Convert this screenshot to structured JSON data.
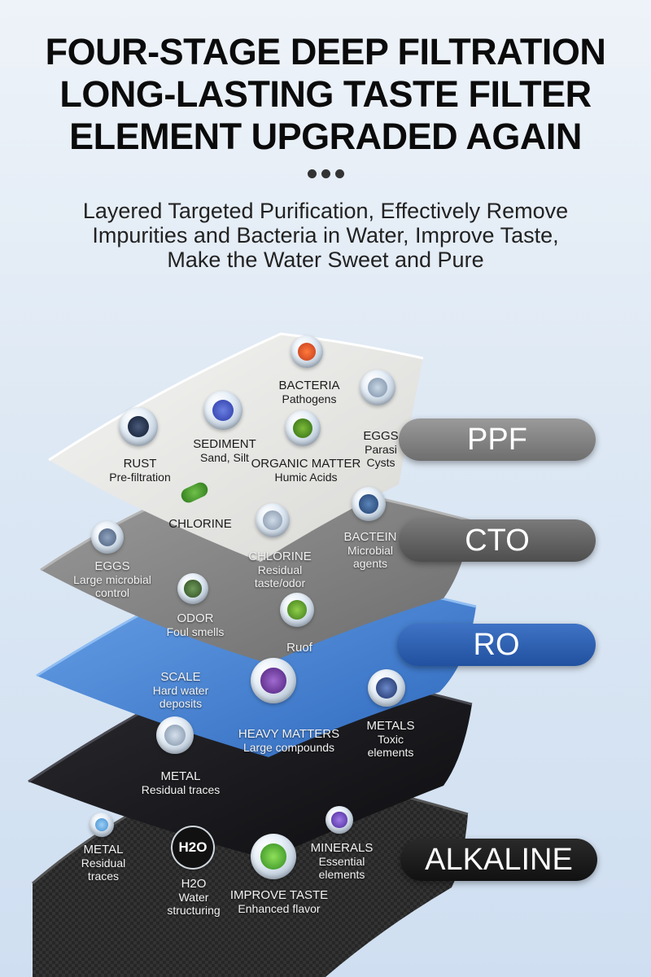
{
  "title": {
    "line1": "FOUR-STAGE DEEP FILTRATION",
    "line2": "LONG-LASTING TASTE FILTER",
    "line3": "ELEMENT UPGRADED AGAIN"
  },
  "subtitle": {
    "line1": "Layered Targeted Purification, Effectively Remove",
    "line2": "Impurities and Bacteria in Water, Improve Taste,",
    "line3": "Make the Water Sweet and Pure"
  },
  "tags": {
    "ppf": "PPF",
    "cto": "CTO",
    "ro": "RO",
    "alkaline": "ALKALINE"
  },
  "layers": {
    "ppf": {
      "bacteria": {
        "name": "BACTERIA",
        "sub": "Pathogens"
      },
      "rust": {
        "name": "RUST",
        "sub": "Pre-filtration"
      },
      "sediment": {
        "name": "SEDIMENT",
        "sub": "Sand, Silt"
      },
      "organic": {
        "name": "ORGANIC MATTER",
        "sub": "Humic Acids"
      },
      "eggs": {
        "name": "EGGS",
        "sub": "Parasi",
        "sub2": "Cysts"
      },
      "chlorine": {
        "name": "CHLORINE"
      }
    },
    "cto": {
      "eggs": {
        "name": "EGGS",
        "sub": "Large microbial",
        "sub2": "control"
      },
      "chlorine": {
        "name": "CHLORINE",
        "sub": "Residual",
        "sub2": "taste/odor"
      },
      "bactein": {
        "name": "BACTEIN",
        "sub": "Microbial",
        "sub2": "agents"
      },
      "odor": {
        "name": "ODOR",
        "sub": "Foul smells"
      }
    },
    "ro": {
      "ruof": {
        "name": "Ruof"
      },
      "scale": {
        "name": "SCALE",
        "sub": "Hard water",
        "sub2": "deposits"
      }
    },
    "dark": {
      "heavy": {
        "name": "HEAVY MATTERS",
        "sub": "Large compounds"
      },
      "metals": {
        "name": "METALS",
        "sub": "Toxic",
        "sub2": "elements"
      },
      "metal": {
        "name": "METAL",
        "sub": "Residual traces"
      }
    },
    "alkaline": {
      "metal": {
        "name": "METAL",
        "sub": "Residual",
        "sub2": "traces"
      },
      "h2o_badge": "H2O",
      "h2o": {
        "name": "H2O",
        "sub": "Water",
        "sub2": "structuring"
      },
      "taste": {
        "name": "IMPROVE TASTE",
        "sub": "Enhanced flavor"
      },
      "minerals": {
        "name": "MINERALS",
        "sub": "Essential",
        "sub2": "elements"
      }
    }
  },
  "colors": {
    "ppf_layer": "#e9e9e6",
    "cto_layer": "#8a8a8a",
    "ro_layer": "#4a86d6",
    "dark_layer": "#1c1c1f",
    "alkaline_layer": "#2b2b2b",
    "ro_tag": "#2e62b4"
  }
}
